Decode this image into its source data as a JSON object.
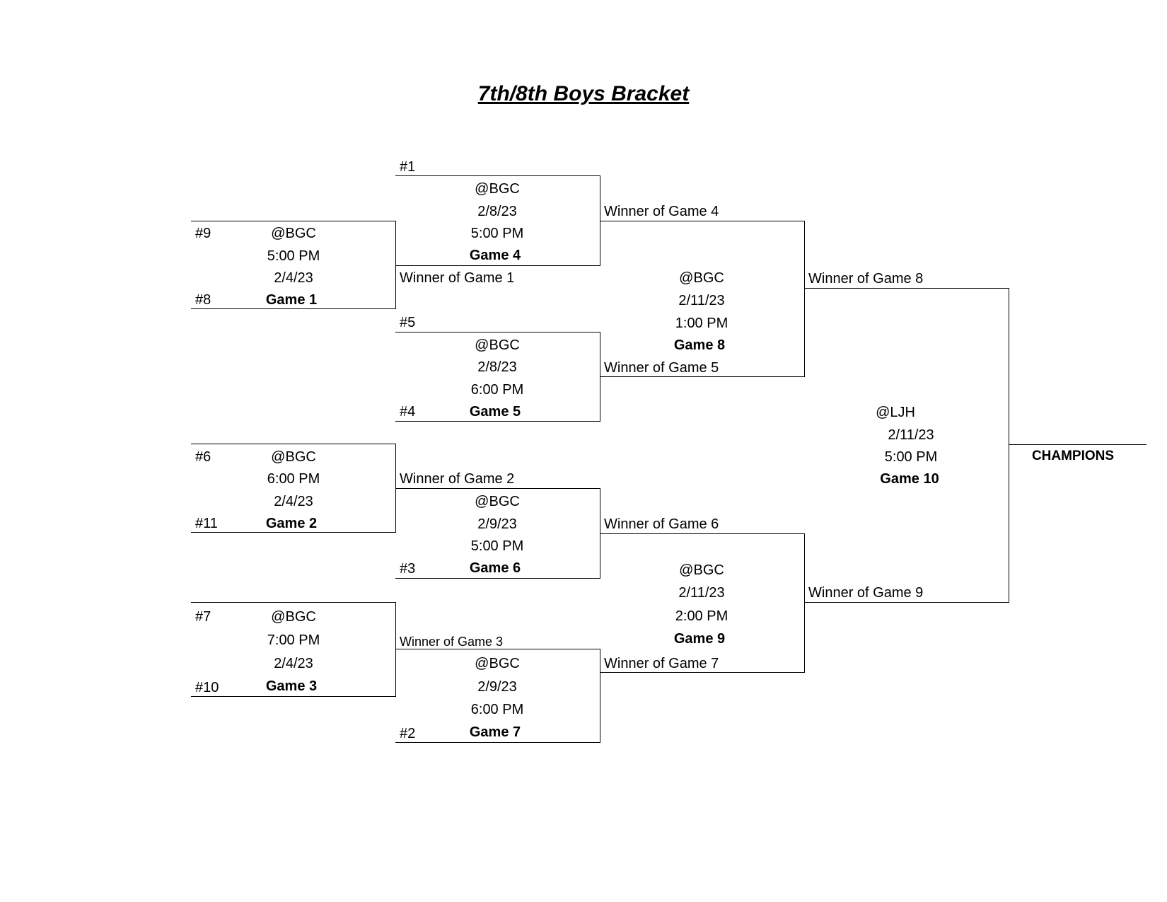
{
  "title": "7th/8th Boys Bracket",
  "round1": [
    {
      "top_seed": "#9",
      "bottom_seed": "#8",
      "location": "@BGC",
      "time": "5:00 PM",
      "date": "2/4/23",
      "game": "Game 1"
    },
    {
      "top_seed": "#6",
      "bottom_seed": "#11",
      "location": "@BGC",
      "time": "6:00 PM",
      "date": "2/4/23",
      "game": "Game 2"
    },
    {
      "top_seed": "#7",
      "bottom_seed": "#10",
      "location": "@BGC",
      "time": "7:00 PM",
      "date": "2/4/23",
      "game": "Game 3"
    }
  ],
  "round2": [
    {
      "top": "#1",
      "bottom": "Winner of Game 1",
      "location": "@BGC",
      "date": "2/8/23",
      "time": "5:00 PM",
      "game": "Game 4"
    },
    {
      "top": "#5",
      "bottom": "#4",
      "location": "@BGC",
      "date": "2/8/23",
      "time": "6:00 PM",
      "game": "Game 5"
    },
    {
      "top": "Winner of Game 2",
      "bottom": "#3",
      "location": "@BGC",
      "date": "2/9/23",
      "time": "5:00 PM",
      "game": "Game 6"
    },
    {
      "top": "Winner of Game 3",
      "bottom": "#2",
      "location": "@BGC",
      "date": "2/9/23",
      "time": "6:00 PM",
      "game": "Game 7"
    }
  ],
  "round3": [
    {
      "top": "Winner of Game 4",
      "bottom": "Winner of Game 5",
      "location": "@BGC",
      "date": "2/11/23",
      "time": "1:00 PM",
      "game": "Game 8"
    },
    {
      "top": "Winner of Game 6",
      "bottom": "Winner of Game 7",
      "location": "@BGC",
      "date": "2/11/23",
      "time": "2:00 PM",
      "game": "Game 9"
    }
  ],
  "final": {
    "top": "Winner of Game 8",
    "bottom": "Winner of Game 9",
    "location": "@LJH",
    "date": "2/11/23",
    "time": "5:00 PM",
    "game": "Game 10"
  },
  "champions": "CHAMPIONS"
}
